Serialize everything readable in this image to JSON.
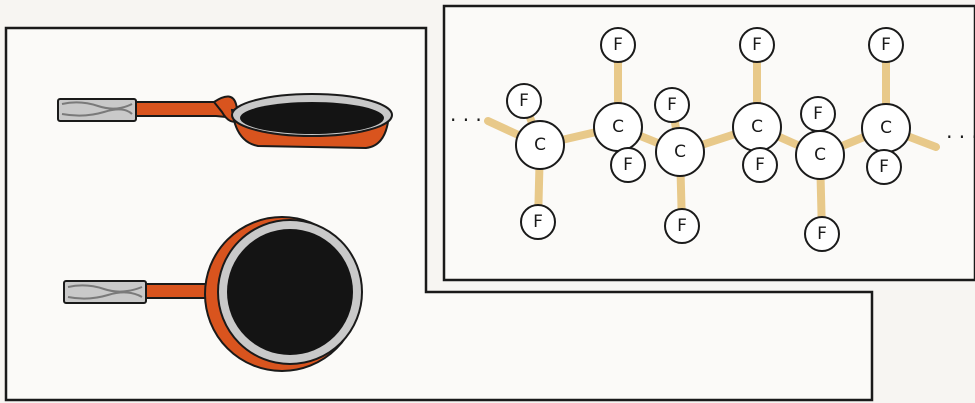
{
  "molecule": {
    "atoms": [
      {
        "id": "c1",
        "element": "C",
        "bonds": [
          "f1a",
          "f1b",
          "c2"
        ]
      },
      {
        "id": "c2",
        "element": "C",
        "bonds": [
          "f2a",
          "f2b",
          "c3"
        ]
      },
      {
        "id": "c3",
        "element": "C",
        "bonds": [
          "f3a",
          "f3b",
          "c4"
        ]
      },
      {
        "id": "c4",
        "element": "C",
        "bonds": [
          "f4a",
          "f4b",
          "c5"
        ]
      },
      {
        "id": "c5",
        "element": "C",
        "bonds": [
          "f5a",
          "f5b",
          "c6"
        ]
      },
      {
        "id": "c6",
        "element": "C",
        "bonds": [
          "f6a",
          "f6b"
        ]
      },
      {
        "id": "f1a",
        "element": "F"
      },
      {
        "id": "f1b",
        "element": "F"
      },
      {
        "id": "f2a",
        "element": "F"
      },
      {
        "id": "f2b",
        "element": "F"
      },
      {
        "id": "f3a",
        "element": "F"
      },
      {
        "id": "f3b",
        "element": "F"
      },
      {
        "id": "f4a",
        "element": "F"
      },
      {
        "id": "f4b",
        "element": "F"
      },
      {
        "id": "f5a",
        "element": "F"
      },
      {
        "id": "f5b",
        "element": "F"
      },
      {
        "id": "f6a",
        "element": "F"
      },
      {
        "id": "f6b",
        "element": "F"
      }
    ],
    "continuation": "· · ·"
  },
  "colors": {
    "pan_orange": "#d9541e",
    "pan_black": "#141414",
    "pan_silver": "#c9c9c9",
    "atom_fill": "#ffffff",
    "bond": "#e8c98a",
    "outline": "#1a1a1a"
  },
  "icons": {
    "pan_side": "frying-pan-side-view",
    "pan_top": "frying-pan-top-view"
  }
}
